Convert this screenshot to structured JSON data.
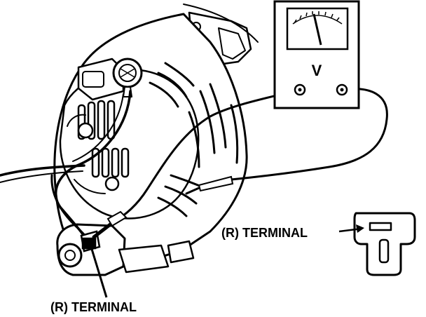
{
  "meter": {
    "unit_symbol": "V"
  },
  "labels": {
    "terminal_bottom": "(R) TERMINAL",
    "terminal_right": "(R) TERMINAL"
  },
  "colors": {
    "ink": "#000000",
    "paper": "#ffffff"
  }
}
